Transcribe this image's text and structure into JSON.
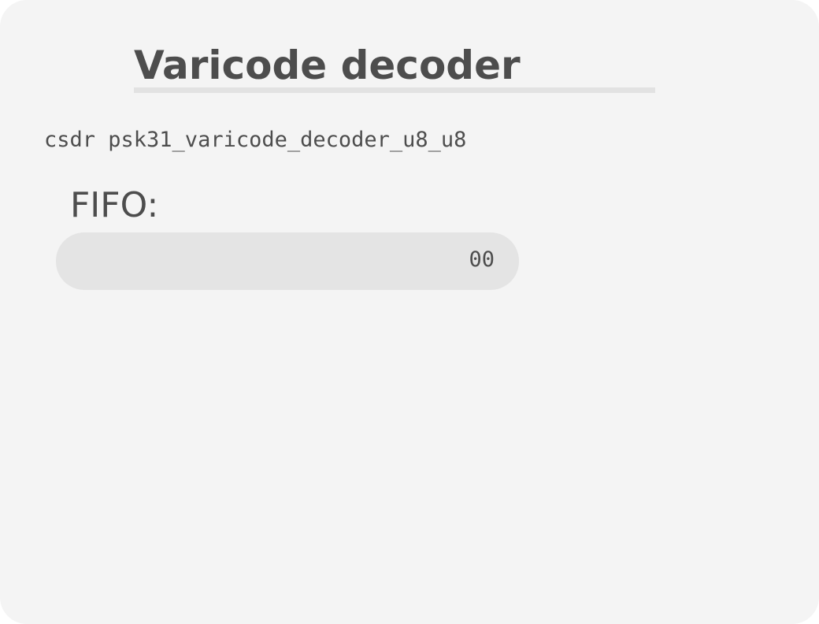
{
  "block": {
    "title": "Varicode decoder",
    "command": "csdr psk31_varicode_decoder_u8_u8",
    "fifo": {
      "label": "FIFO:",
      "value": "00"
    }
  },
  "colors": {
    "panel_background": "#f4f4f4",
    "text": "#4d4d4d",
    "fifo_bar": "#e4e4e4",
    "underline": "#e2e2e2"
  }
}
